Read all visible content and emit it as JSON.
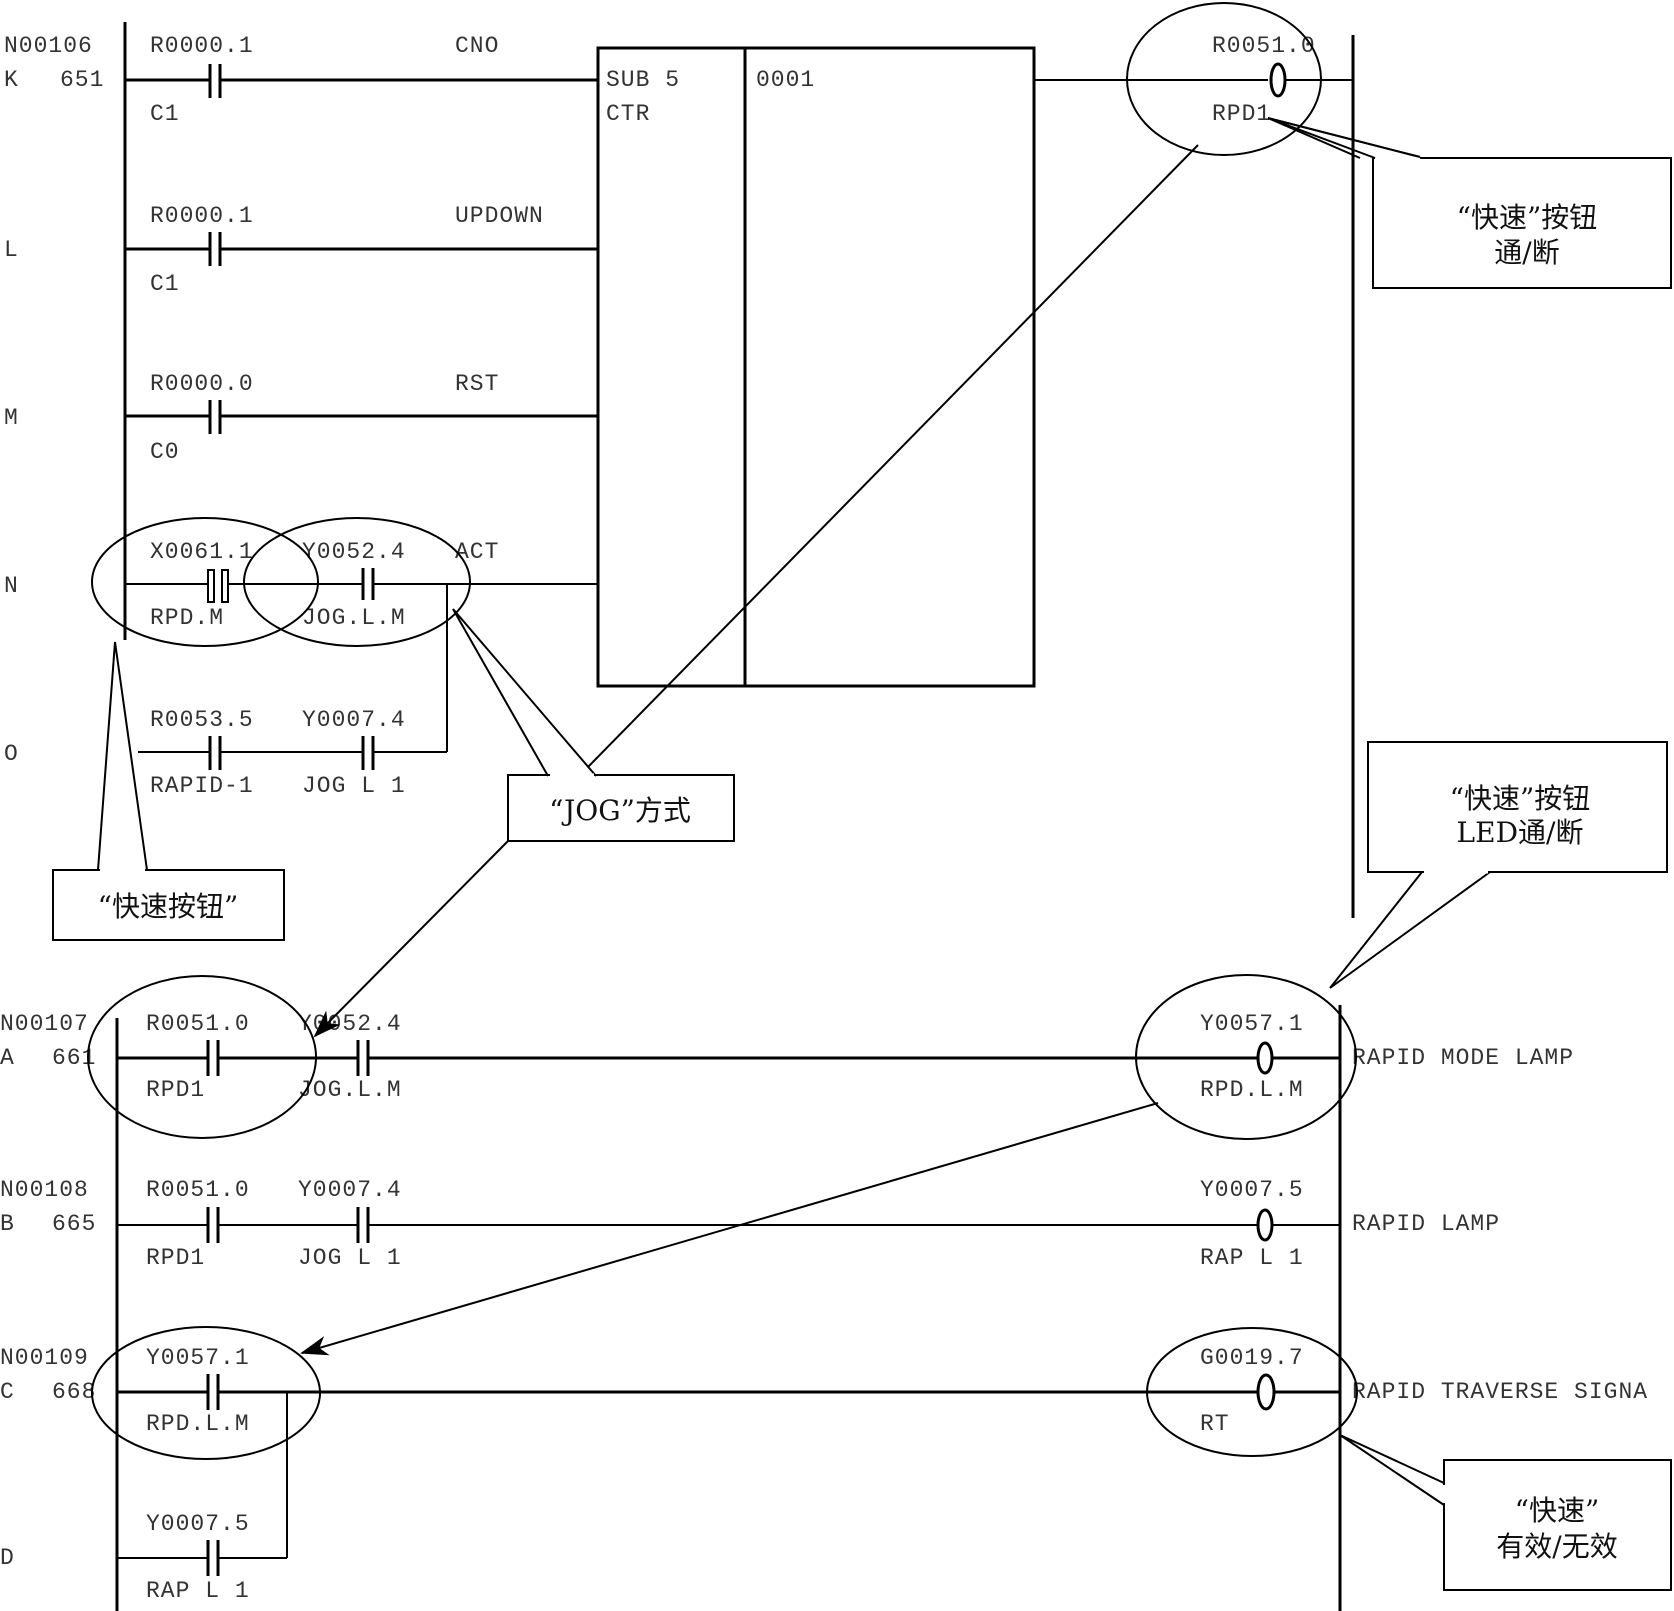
{
  "diagram": {
    "type": "PLC ladder diagram with annotations",
    "networks": [
      {
        "id": "N00106",
        "rows": [
          {
            "label": "K",
            "num": "651",
            "contacts": [
              {
                "addr": "R0000.1",
                "sym": "C1",
                "type": "NO"
              }
            ],
            "input": "CNO"
          },
          {
            "label": "L",
            "num": "",
            "contacts": [
              {
                "addr": "R0000.1",
                "sym": "C1",
                "type": "NO"
              }
            ],
            "input": "UPDOWN"
          },
          {
            "label": "M",
            "num": "",
            "contacts": [
              {
                "addr": "R0000.0",
                "sym": "C0",
                "type": "NO"
              }
            ],
            "input": "RST"
          },
          {
            "label": "N",
            "num": "",
            "contacts": [
              {
                "addr": "X0061.1",
                "sym": "RPD.M",
                "type": "P"
              },
              {
                "addr": "Y0052.4",
                "sym": "JOG.L.M",
                "type": "NO"
              }
            ],
            "input": "ACT"
          },
          {
            "label": "O",
            "num": "",
            "contacts": [
              {
                "addr": "R0053.5",
                "sym": "RAPID-1",
                "type": "NO"
              },
              {
                "addr": "Y0007.4",
                "sym": "JOG L 1",
                "type": "NO"
              }
            ],
            "input": ""
          }
        ],
        "function_block": {
          "name": "SUB 5",
          "type": "CTR",
          "param": "0001"
        },
        "coil": {
          "addr": "R0051.0",
          "sym": "RPD1"
        }
      },
      {
        "id": "N00107",
        "label": "A",
        "num": "661",
        "contacts": [
          {
            "addr": "R0051.0",
            "sym": "RPD1"
          },
          {
            "addr": "Y0052.4",
            "sym": "JOG.L.M"
          }
        ],
        "coil": {
          "addr": "Y0057.1",
          "sym": "RPD.L.M"
        },
        "comment": "RAPID MODE LAMP"
      },
      {
        "id": "N00108",
        "label": "B",
        "num": "665",
        "contacts": [
          {
            "addr": "R0051.0",
            "sym": "RPD1"
          },
          {
            "addr": "Y0007.4",
            "sym": "JOG L 1"
          }
        ],
        "coil": {
          "addr": "Y0007.5",
          "sym": "RAP L 1"
        },
        "comment": "RAPID LAMP"
      },
      {
        "id": "N00109",
        "label": "C",
        "num": "668",
        "contacts": [
          {
            "addr": "Y0057.1",
            "sym": "RPD.L.M"
          }
        ],
        "parallel": {
          "label": "D",
          "addr": "Y0007.5",
          "sym": "RAP L 1"
        },
        "coil": {
          "addr": "G0019.7",
          "sym": "RT"
        },
        "comment": "RAPID TRAVERSE SIGNA"
      }
    ],
    "callouts": {
      "rapid_onoff": {
        "line1": "“快速”按钮",
        "line2": "通/断"
      },
      "jog_mode": {
        "line1": "“JOG”方式"
      },
      "rapid_button": {
        "line1": "“快速按钮”"
      },
      "led_onoff": {
        "line1": "“快速”按钮",
        "line2": "LED通/断"
      },
      "valid": {
        "line1": "“快速”",
        "line2": "有效/无效"
      }
    }
  }
}
